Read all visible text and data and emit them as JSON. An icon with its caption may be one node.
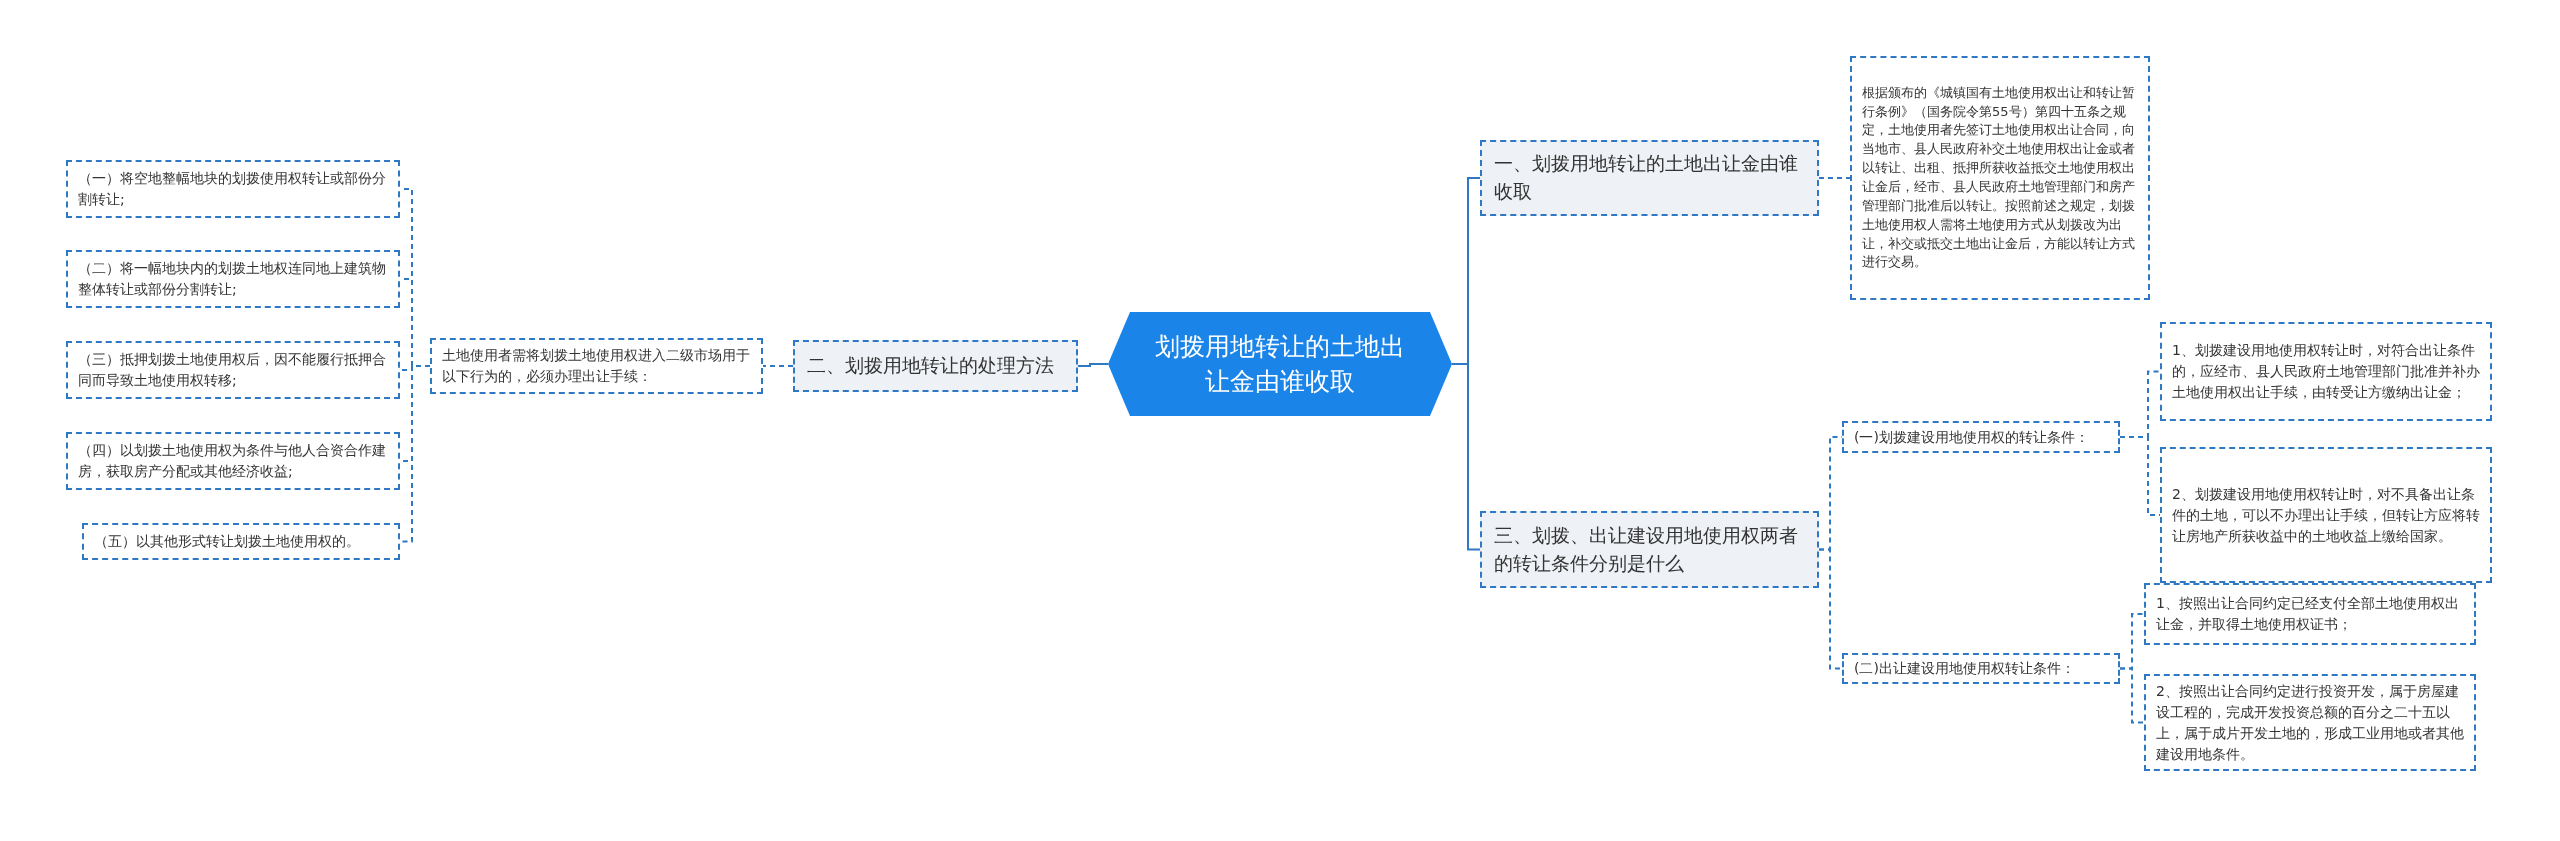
{
  "diagram": {
    "nodes": [
      {
        "text": [
          "划拨用地转让的土地出让金由谁收取"
        ]
      },
      {
        "text": [
          "一、划拨用地转让的土地出让金由谁收取"
        ]
      },
      {
        "text": [
          "根据颁布的《城镇国有土地使用权出让和转让暂行条例》（国务院令第55号）第四十五条之规定，土地使用者先签订土地使用权出让合同，向当地市、县人民政府补交土地使用权出让金或者以转让、出租、抵押所获收益抵交土地使用权出让金后，经市、县人民政府土地管理部门和房产管理部门批准后以转让。按照前述之规定，划拨土地使用权人需将土地使用方式从划拨改为出让，补交或抵交土地出让金后，方能以转让方式进行交易。"
        ]
      },
      {
        "text": [
          "三、划拨、出让建设用地使用权两者的转让条件分别是什么"
        ]
      },
      {
        "text": [
          "(一)划拨建设用地使用权的转让条件："
        ]
      },
      {
        "text": [
          "1、划拨建设用地使用权转让时，对符合出让条件的，应经市、县人民政府土地管理部门批准并补办土地使用权出让手续，由转受让方缴纳出让金；"
        ]
      },
      {
        "text": [
          "2、划拨建设用地使用权转让时，对不具备出让条件的土地，可以不办理出让手续，但转让方应将转让房地产所获收益中的土地收益上缴给国家。"
        ]
      },
      {
        "text": [
          "(二)出让建设用地使用权转让条件："
        ]
      },
      {
        "text": [
          "1、按照出让合同约定已经支付全部土地使用权出让金，并取得土地使用权证书；"
        ]
      },
      {
        "text": [
          "2、按照出让合同约定进行投资开发，属于房屋建设工程的，完成开发投资总额的百分之二十五以上，属于成片开发土地的，形成工业用地或者其他建设用地条件。"
        ]
      },
      {
        "text": [
          "二、划拨用地转让的处理方法"
        ]
      },
      {
        "text": [
          "土地使用者需将划拨土地使用权进入二级市场用于以下行为的，必须办理出让手续："
        ]
      },
      {
        "text": [
          "（一）将空地整幅地块的划拨使用权转让或部份分割转让;"
        ]
      },
      {
        "text": [
          "（二）将一幅地块内的划拨土地权连同地上建筑物整体转让或部份分割转让;"
        ]
      },
      {
        "text": [
          "（三）抵押划拨土地使用权后，因不能履行抵押合同而导致土地使用权转移;"
        ]
      },
      {
        "text": [
          "（四）以划拨土地使用权为条件与他人合资合作建房，获取房产分配或其他经济收益;"
        ]
      },
      {
        "text": [
          "（五）以其他形式转让划拨土地使用权的。"
        ]
      }
    ],
    "edges": [
      {
        "from": 0,
        "to": 1,
        "arrow": "none"
      },
      {
        "from": 1,
        "to": 2,
        "arrow": "none",
        "style": "dashed"
      },
      {
        "from": 0,
        "to": 3,
        "arrow": "none"
      },
      {
        "from": 3,
        "to": 4,
        "arrow": "none",
        "style": "dashed"
      },
      {
        "from": 4,
        "to": 5,
        "arrow": "none",
        "style": "dashed"
      },
      {
        "from": 4,
        "to": 6,
        "arrow": "none",
        "style": "dashed"
      },
      {
        "from": 3,
        "to": 7,
        "arrow": "none",
        "style": "dashed"
      },
      {
        "from": 7,
        "to": 8,
        "arrow": "none",
        "style": "dashed"
      },
      {
        "from": 7,
        "to": 9,
        "arrow": "none",
        "style": "dashed"
      },
      {
        "from": 0,
        "to": 10,
        "arrow": "none"
      },
      {
        "from": 10,
        "to": 11,
        "arrow": "none",
        "style": "dashed"
      },
      {
        "from": 11,
        "to": 12,
        "arrow": "none",
        "style": "dashed"
      },
      {
        "from": 11,
        "to": 13,
        "arrow": "none",
        "style": "dashed"
      },
      {
        "from": 11,
        "to": 14,
        "arrow": "none",
        "style": "dashed"
      },
      {
        "from": 11,
        "to": 15,
        "arrow": "none",
        "style": "dashed"
      },
      {
        "from": 11,
        "to": 16,
        "arrow": "none",
        "style": "dashed"
      }
    ]
  }
}
